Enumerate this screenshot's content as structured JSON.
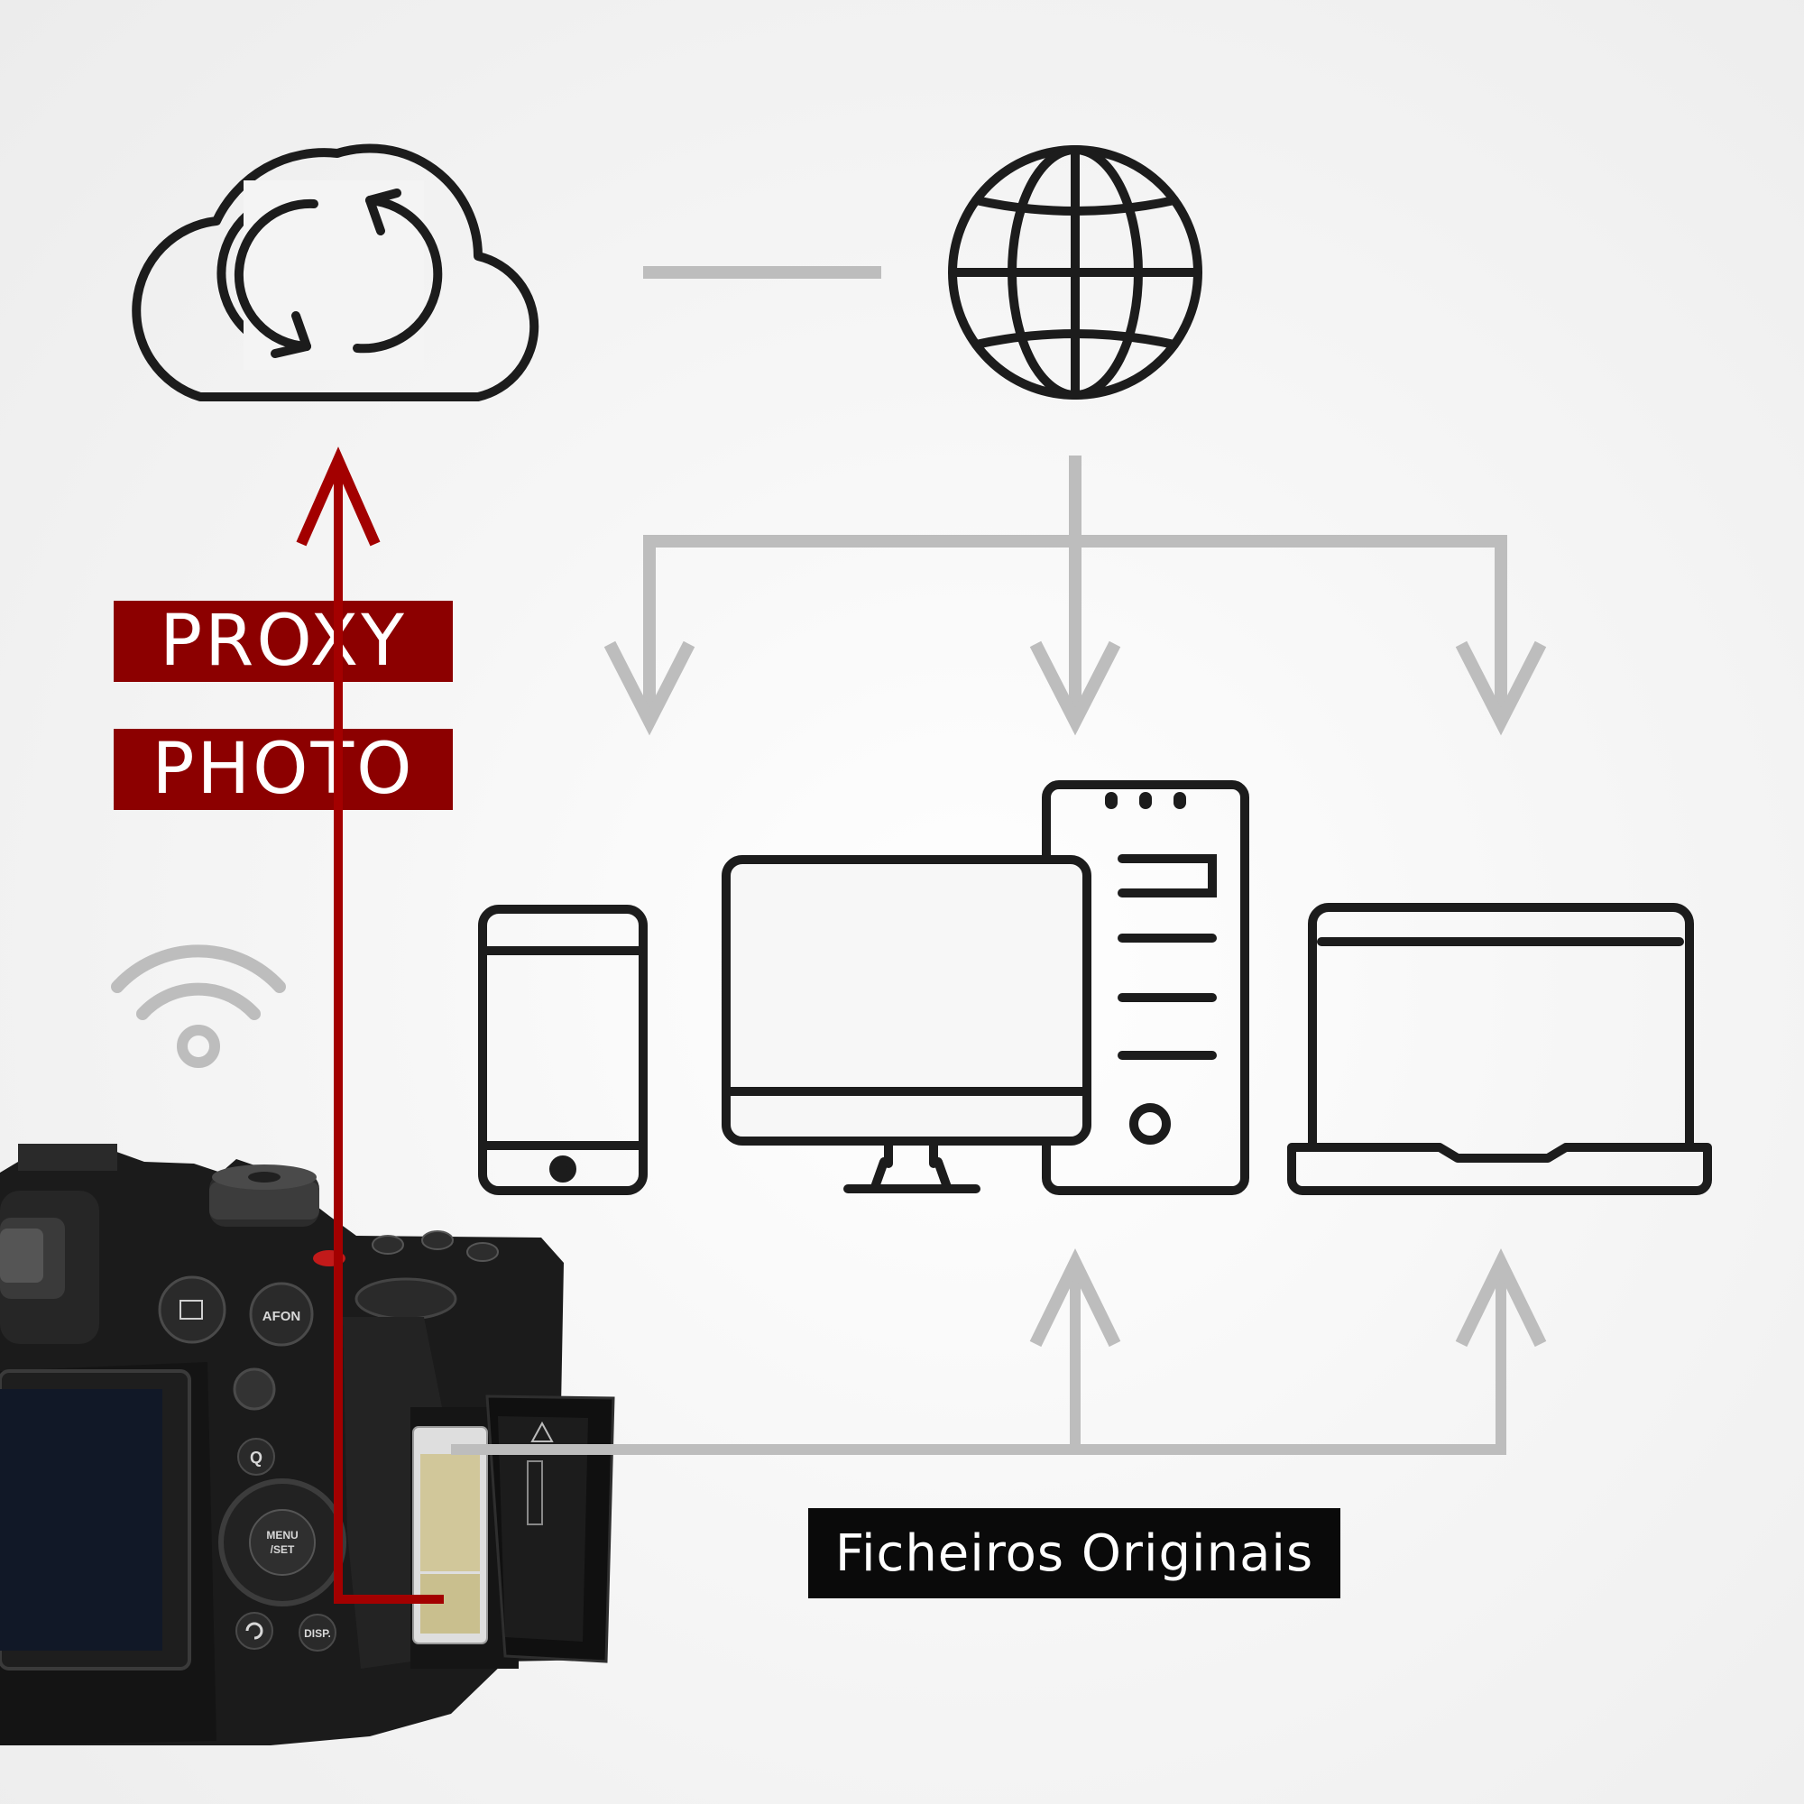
{
  "labels": {
    "proxy": "PROXY",
    "photo": "PHOTO",
    "original_files": "Ficheiros Originais"
  },
  "camera": {
    "button_afon": "AFON",
    "button_q": "Q",
    "button_menu": "MENU",
    "button_set": "/SET",
    "button_disp": "DISP."
  },
  "icons": [
    "cloud-sync-icon",
    "globe-icon",
    "wifi-icon",
    "smartphone-icon",
    "desktop-computer-icon",
    "laptop-icon"
  ],
  "colors": {
    "proxy_path": "#a30000",
    "label_red": "#8c0000",
    "connector_gray": "#bdbdbd",
    "icon_stroke": "#1c1c1c",
    "original_label_bg": "#0a0a0a"
  }
}
